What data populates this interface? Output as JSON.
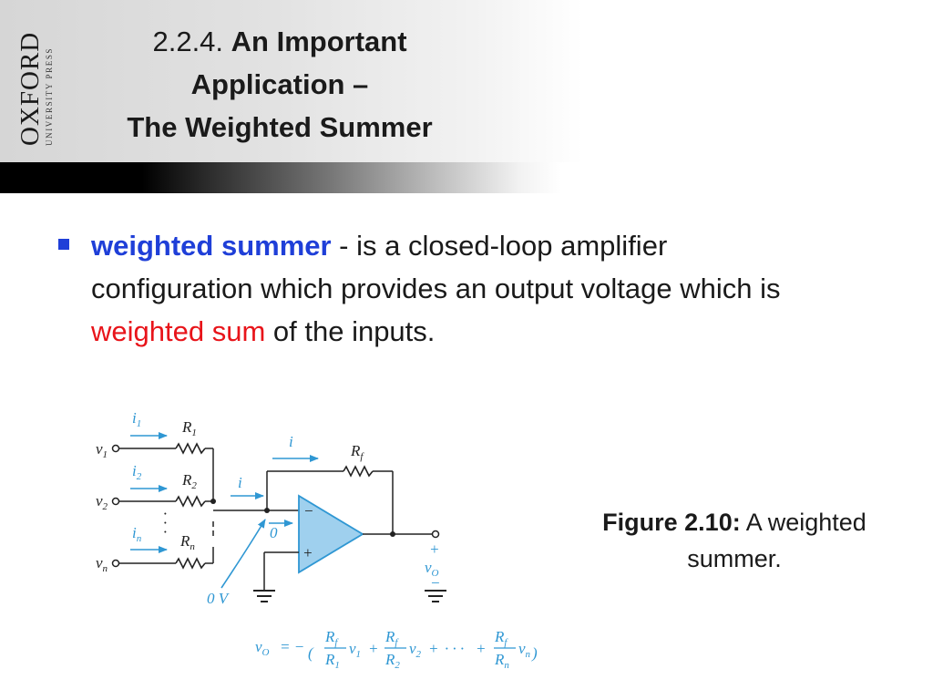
{
  "header": {
    "logo_text": "OXFORD",
    "logo_subtext": "UNIVERSITY PRESS",
    "title_number": "2.2.4.",
    "title_line1": "An Important",
    "title_line2": "Application –",
    "title_line3": "The Weighted Summer"
  },
  "bullet": {
    "term": "weighted summer",
    "text_part1": " - is a closed-loop amplifier configuration which provides an output voltage which is ",
    "emphasis": "weighted sum",
    "text_part2": " of the inputs."
  },
  "figure": {
    "caption_label": "Figure 2.10:",
    "caption_text": " A weighted summer.",
    "labels": {
      "i1": "i",
      "i1_sub": "1",
      "r1": "R",
      "r1_sub": "1",
      "v1": "v",
      "v1_sub": "1",
      "i2": "i",
      "i2_sub": "2",
      "r2": "R",
      "r2_sub": "2",
      "v2": "v",
      "v2_sub": "2",
      "in": "i",
      "in_sub": "n",
      "rn": "R",
      "rn_sub": "n",
      "vn": "v",
      "vn_sub": "n",
      "i_top": "i",
      "rf": "R",
      "rf_sub": "f",
      "i_mid": "i",
      "zero": "0",
      "zero_v": "0 V",
      "minus": "−",
      "plus": "+",
      "out_plus": "+",
      "vo": "v",
      "vo_sub": "O",
      "out_minus": "−",
      "dots": "·"
    },
    "equation": {
      "lhs": "v",
      "lhs_sub": "O",
      "eq_sign": "= −",
      "rf": "R",
      "rf_sub": "f",
      "r1": "R",
      "r1_sub": "1",
      "r2": "R",
      "r2_sub": "2",
      "rn": "R",
      "rn_sub": "n",
      "v1": "v",
      "v1_sub": "1",
      "v2": "v",
      "v2_sub": "2",
      "vn": "v",
      "vn_sub": "n",
      "plus": "+",
      "ellipsis": "· · ·"
    }
  },
  "colors": {
    "term_blue": "#1f3fd8",
    "emphasis_red": "#e8141a",
    "circuit_blue": "#2f97d3",
    "opamp_fill": "#9fd0ee"
  }
}
